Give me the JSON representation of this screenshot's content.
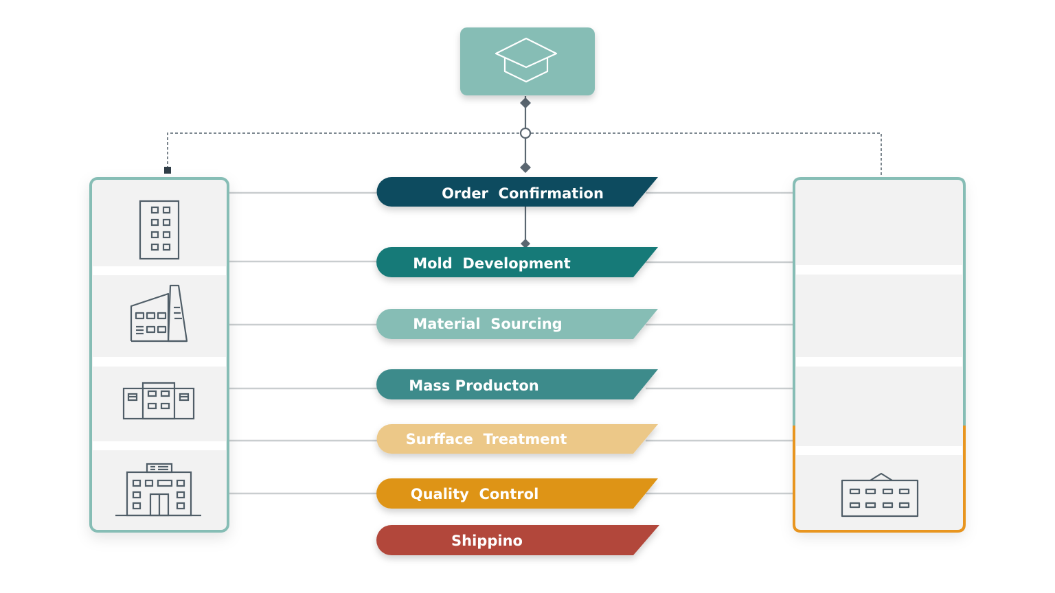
{
  "diagram": {
    "top_node": {
      "icon": "graduation-cap-icon",
      "color": "#86bdb5"
    },
    "left_panel": {
      "border_color": "#86bdb5",
      "icons": [
        "office-building-icon",
        "factory-icon",
        "warehouse-icon",
        "headquarters-building-icon"
      ]
    },
    "right_panel": {
      "border_color": "#86bdb5",
      "highlight_color": "#e8951f",
      "icons": [
        "warehouse-icon"
      ]
    },
    "steps": [
      {
        "label": "Order  Confirmation",
        "color": "#0e4c5e"
      },
      {
        "label": "Mold  Development",
        "color": "#137a78"
      },
      {
        "label": "Material  Sourcing",
        "color": "#86bdb5"
      },
      {
        "label": "Mass Producton",
        "color": "#3e8b8b"
      },
      {
        "label": "Surfface  Treatment",
        "color": "#ecc888"
      },
      {
        "label": "Quality  Control",
        "color": "#de9418"
      },
      {
        "label": "Shippino",
        "color": "#b2473a"
      }
    ]
  }
}
